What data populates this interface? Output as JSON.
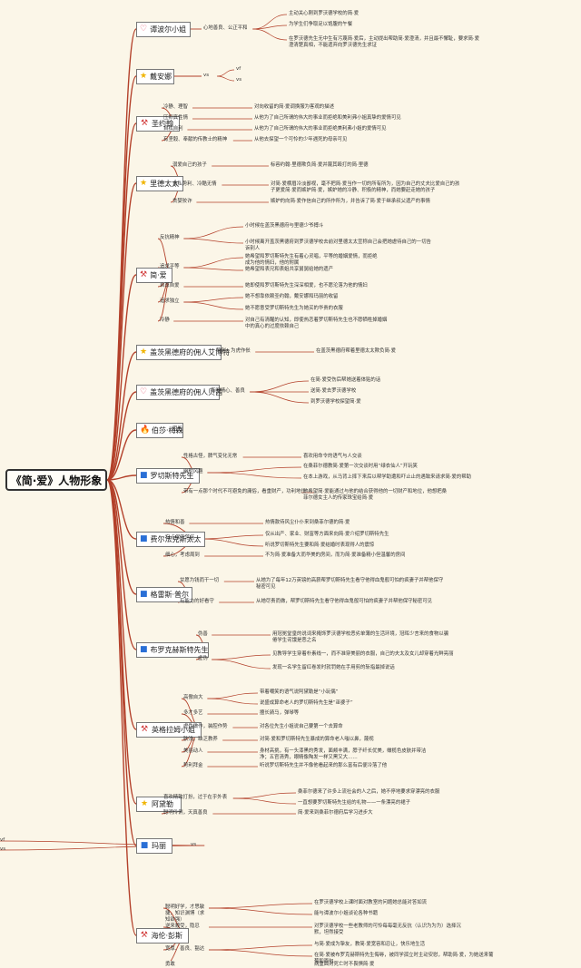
{
  "title": "《简·爱》人物形象",
  "icons": {
    "heart": "heart-icon",
    "star": "star-icon",
    "flame": "flame-icon",
    "flag": "flag-icon",
    "tools": "tools-icon"
  },
  "colors": {
    "branch": "#b3402a",
    "background": "#fbf6e8",
    "border": "#777777"
  },
  "characters": [
    {
      "name": "谭波尔小姐",
      "icon": "heart",
      "traits": [
        {
          "label": "心地善良、公正平和",
          "details": [
            "主动关心刚到罗沃德学校的简·爱",
            "为学生们争取足以饱腹的午餐",
            "在罗沃德先生无中生有污蔑简·爱后，主动提出帮助简·爱澄清，并且最不懈耻，要求简·爱澄清楚真相，不能遗弃向罗沃德先生求证"
          ]
        }
      ]
    },
    {
      "name": "戴安娜",
      "icon": "star",
      "traits": [
        {
          "label": "vs",
          "details": [
            "vf",
            "vs"
          ]
        }
      ]
    },
    {
      "name": "圣约翰",
      "icon": "tools",
      "traits": [
        {
          "label": "冷静、理智",
          "details": [
            "对向收留的简·爱调换服为客观的描述"
          ]
        },
        {
          "label": "压抑真性情",
          "details": [
            "从他为了自己所谓的伟大的事业而拒绝和美利弗小姐真挚的爱情可见"
          ]
        },
        {
          "label": "自私自利",
          "details": [
            "从他为了自己所谓的伟大的事业而拒绝美利弗小姐的爱情可见"
          ]
        },
        {
          "label": "有坚毅、奉献的传教士的精神",
          "details": [
            "从他去探望一个可怜的少年遇死的母亲可见"
          ]
        }
      ]
    },
    {
      "name": "里德太太",
      "icon": "star",
      "traits": [
        {
          "label": "溺爱自己的孩子",
          "details": [
            "标容约翰·里德欺负简·爱并蔑其殴打的简·里德"
          ]
        },
        {
          "label": "自私势利、冷酷无情",
          "details": [
            "对简·爱横眉冷淡鄙视，毫不把简·爱当作一切的所有所为，因为自己的丈夫比爱自己的孩子更爱简·爱而嫉妒简·爱，嫉妒她的冷静、积极的精神，而她要赶走她的孩子"
          ]
        },
        {
          "label": "贪婪狡诈",
          "details": [
            "嫉妒的向简·爱作信自己的所作所为，并告诉了简·爱于继承叔父遗产的事情"
          ]
        }
      ]
    },
    {
      "name": "简·爱",
      "icon": "tools",
      "traits": [
        {
          "label": "反抗精神",
          "details": [
            "小时候在盖茨黑德府与里德少爷搏斗",
            "小时候离开盖茨黑德府到罗沃德学校去前对里德太太宣称自己会把她虐待自己的一切告诉别人"
          ]
        },
        {
          "label": "追求平等",
          "details": [
            "她希望和罗切斯特先生有着心灵唱，平等的婚姻爱情，而拒绝成为他的情妇，他的附属",
            "她希望和表兄和表姐共享舅舅给她的遗产"
          ]
        },
        {
          "label": "自尊自爱",
          "details": [
            "她即使和罗切斯特先生深深相爱，也不愿沦落为他的情妇"
          ]
        },
        {
          "label": "追求独立",
          "details": [
            "她不想靠依赖圣约翰，戴安娜和玛丽的收留",
            "她不愿意受罗切斯特先生为她买的华贵的衣服"
          ]
        },
        {
          "label": "冷静",
          "details": [
            "对自己有清醒的认知，即使热恋着罗切斯特先生也不愿牺牲掉婚姻中的真心的过度依赖自己"
          ]
        }
      ]
    },
    {
      "name": "盖茨黑德府的佣人艾博特",
      "icon": "star",
      "traits": [
        {
          "label": "势利、为虎作伥",
          "details": [
            "在盖茨黑德府帮着里德太太欺负简·爱"
          ]
        }
      ]
    },
    {
      "name": "盖茨黑德府的佣人贝茜",
      "icon": "heart",
      "traits": [
        {
          "label": "有同情心、善良",
          "details": [
            "在简·爱受伤后帮她送着体贴的话",
            "送简·爱去罗沃德学校",
            "到罗沃德学校探望简·爱"
          ]
        }
      ]
    },
    {
      "name": "伯莎·梅森",
      "icon": "flame",
      "traits": [
        {
          "label": "粗俗",
          "details": []
        }
      ]
    },
    {
      "name": "罗切斯特先生",
      "icon": "flag",
      "traits": [
        {
          "label": "性格古怪，脾气变化无常",
          "details": [
            "喜欢用命令的语气与人交谈"
          ]
        },
        {
          "label": "幽默风趣",
          "details": [
            "在桑菲尔德教简·爱第一次交谈时用“绿衣仙人”开玩笑",
            "在本上游戏，从马背上摔下来后以帮学助遭和吓止止的遇致来请求简·爱的帮助"
          ]
        },
        {
          "label": "带有一点那个时代不可避免的庸俗，看重财产，功利地位",
          "details": [
            "他希望简·爱能通过与他的结合获得他的一切财产和地位，他想把桑菲尔德女主人的传家珠宝给简·爱"
          ]
        }
      ]
    },
    {
      "name": "费尔法克斯太太",
      "icon": "flag",
      "traits": [
        {
          "label": "热情和善",
          "details": [
            "热情款待风尘仆仆来到桑菲尔德的简·爱"
          ]
        },
        {
          "label": "有点保守落伍",
          "details": [
            "仅从出产、家业、财富等方面来向简·爱介绍罗切斯特先生",
            "听说罗切斯特先生要和简·爱结婚时表现得人的震惊"
          ]
        },
        {
          "label": "细心，考虑周到",
          "details": [
            "不为简·爱准备大而华美的房间，而为简·爱准备精小但温馨的房间"
          ]
        }
      ]
    },
    {
      "name": "格雷斯·普尔",
      "icon": "flag",
      "traits": [
        {
          "label": "甘愿为钱而干一切",
          "details": [
            "从她为了每年12万英镑的高薪帮罗切斯特先生看守他得血鬼般可怕的疯妻子并帮他保守秘密可见"
          ]
        },
        {
          "label": "有能力的好看守",
          "details": [
            "从她尽责而做，帮罗切斯特先生看守他得血鬼般可怕的疯妻子并帮他保守秘密可见"
          ]
        }
      ]
    },
    {
      "name": "布罗克赫斯特先生",
      "icon": "flag",
      "traits": [
        {
          "label": "伪善",
          "details": [
            "用冠冕堂皇的说词来掩饰罗沃德学校恶劣单薄的生活环境，冠晖少言来的食物以骗倦学生诧饿是恶之名"
          ]
        },
        {
          "label": "虚伪",
          "details": [
            "见教导学生穿着朴素线一，而不准穿美丽的衣服，自己的夫太及女儿却穿着光鲜亮丽",
            "发现一名学生留红卷发时就罚她在手用剪的斩指最掉说话"
          ]
        }
      ]
    },
    {
      "name": "英格拉姆小姐",
      "icon": "tools",
      "traits": [
        {
          "label": "高傲自大",
          "details": [
            "带着嘲笑的语气说阿黛勒是“小玩偶”",
            "说盛成算命老人的罗切斯特先生是“巫婆子”"
          ]
        },
        {
          "label": "多才多艺",
          "details": [
            "擅长骑马，弹琴等"
          ]
        },
        {
          "label": "虚伪做作，装腔作势",
          "details": [
            "对各位先生小姐说自己要第一个去算命"
          ]
        },
        {
          "label": "肤浅，缺乏教养",
          "details": [
            "对简·爱和罗切斯特先生暴成的算命老人嗤以鼻，蔑视"
          ]
        },
        {
          "label": "美丽动人",
          "details": [
            "身材高挑，有一头漆黑的秀发，面颊丰满，脖子纤长优美，橄榄色皮肤并带洁净；五官清秀，眼睛像陶发一样又黑又大……"
          ]
        },
        {
          "label": "势利拜金",
          "details": [
            "听说罗切斯特先生并不像他看起来的那么富有后便冷落了他"
          ]
        }
      ]
    },
    {
      "name": "阿黛勒",
      "icon": "star",
      "traits": [
        {
          "label": "喜欢精致打扮，过于在乎外表",
          "details": [
            "桑菲尔德来了许多上流社会的人之后，她不停地要求穿漂亮的衣服",
            "一直想要罗切斯特先生给的礼物——一条漂亮的裙子"
          ]
        },
        {
          "label": "聪明伶俐，天真善良",
          "details": [
            "简·爱来到桑菲尔德府后学习进步大"
          ]
        }
      ]
    },
    {
      "name": "玛丽",
      "icon": "flag",
      "traits": [
        {
          "label": "vs",
          "details": [
            "vf",
            "vs"
          ]
        }
      ]
    },
    {
      "name": "海伦·彭斯",
      "icon": "tools",
      "traits": [
        {
          "label": "聪明好学，才思敏捷，知识渊博（求知欲强）",
          "details": [
            "在罗沃德学校上课时面对教室的问题她总能对答如流",
            "能与谭波尔小姐谈论各种书籍"
          ]
        },
        {
          "label": "逆来顺受，隐忍",
          "details": [
            "对罗沃德学校一些老教师的可怜每每毫无反抗（认识为为为）选择沉默，坦然接受"
          ]
        },
        {
          "label": "宽厚、善良、豁达",
          "details": [
            "与简·爱成为挚友，教简·爱宽容和忍让，快乐地生活",
            "在简·爱被布罗克赫斯特先生侮辱，被同学孤立时主动安慰，帮助简·爱，为她送来葡萄和面包"
          ]
        },
        {
          "label": "勇敢",
          "details": [
            "病重面对死亡时不畏惧简·爱"
          ]
        }
      ]
    }
  ]
}
